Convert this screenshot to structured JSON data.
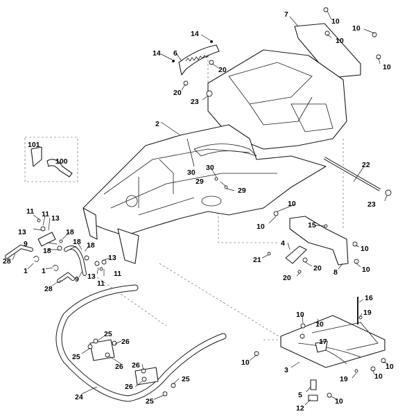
{
  "callouts": [
    {
      "id": "c7",
      "text": "7"
    },
    {
      "id": "c10a",
      "text": "10"
    },
    {
      "id": "c10b",
      "text": "10"
    },
    {
      "id": "c10c",
      "text": "10"
    },
    {
      "id": "c10d",
      "text": "10"
    },
    {
      "id": "c14a",
      "text": "14"
    },
    {
      "id": "c14b",
      "text": "14"
    },
    {
      "id": "c6",
      "text": "6"
    },
    {
      "id": "c20a",
      "text": "20"
    },
    {
      "id": "c20b",
      "text": "20"
    },
    {
      "id": "c23a",
      "text": "23"
    },
    {
      "id": "c2",
      "text": "2"
    },
    {
      "id": "c101",
      "text": "101"
    },
    {
      "id": "c100",
      "text": "100"
    },
    {
      "id": "c30",
      "text": "30"
    },
    {
      "id": "c29a",
      "text": "29"
    },
    {
      "id": "c29b",
      "text": "29"
    },
    {
      "id": "c22",
      "text": "22"
    },
    {
      "id": "c23b",
      "text": "23"
    },
    {
      "id": "c11a",
      "text": "11"
    },
    {
      "id": "c11b",
      "text": "11"
    },
    {
      "id": "c13a",
      "text": "13"
    },
    {
      "id": "c13b",
      "text": "13"
    },
    {
      "id": "c18a",
      "text": "18"
    },
    {
      "id": "c9a",
      "text": "9"
    },
    {
      "id": "c18b",
      "text": "18"
    },
    {
      "id": "c18c",
      "text": "18"
    },
    {
      "id": "c18d",
      "text": "18"
    },
    {
      "id": "c13c",
      "text": "13"
    },
    {
      "id": "c28a",
      "text": "28"
    },
    {
      "id": "c1a",
      "text": "1"
    },
    {
      "id": "c1b",
      "text": "1"
    },
    {
      "id": "c28b",
      "text": "28"
    },
    {
      "id": "c9b",
      "text": "9"
    },
    {
      "id": "c13d",
      "text": "13"
    },
    {
      "id": "c11c",
      "text": "11"
    },
    {
      "id": "c11d",
      "text": "11"
    },
    {
      "id": "c10e",
      "text": "10"
    },
    {
      "id": "c10f",
      "text": "10"
    },
    {
      "id": "c15",
      "text": "15"
    },
    {
      "id": "c4",
      "text": "4"
    },
    {
      "id": "c21",
      "text": "21"
    },
    {
      "id": "c20c",
      "text": "20"
    },
    {
      "id": "c20d",
      "text": "20"
    },
    {
      "id": "c8",
      "text": "8"
    },
    {
      "id": "c10g",
      "text": "10"
    },
    {
      "id": "c10h",
      "text": "10"
    },
    {
      "id": "c16",
      "text": "16"
    },
    {
      "id": "c19a",
      "text": "19"
    },
    {
      "id": "c10i",
      "text": "10"
    },
    {
      "id": "c10j",
      "text": "10"
    },
    {
      "id": "c17",
      "text": "17"
    },
    {
      "id": "c10k",
      "text": "10"
    },
    {
      "id": "c3",
      "text": "3"
    },
    {
      "id": "c10l",
      "text": "10"
    },
    {
      "id": "c10m",
      "text": "10"
    },
    {
      "id": "c19b",
      "text": "19"
    },
    {
      "id": "c5",
      "text": "5"
    },
    {
      "id": "c10n",
      "text": "10"
    },
    {
      "id": "c12",
      "text": "12"
    },
    {
      "id": "c25a",
      "text": "25"
    },
    {
      "id": "c25b",
      "text": "25"
    },
    {
      "id": "c26a",
      "text": "26"
    },
    {
      "id": "c26b",
      "text": "26"
    },
    {
      "id": "c26c",
      "text": "26"
    },
    {
      "id": "c26d",
      "text": "26"
    },
    {
      "id": "c25c",
      "text": "25"
    },
    {
      "id": "c25d",
      "text": "25"
    },
    {
      "id": "c24",
      "text": "24"
    }
  ]
}
